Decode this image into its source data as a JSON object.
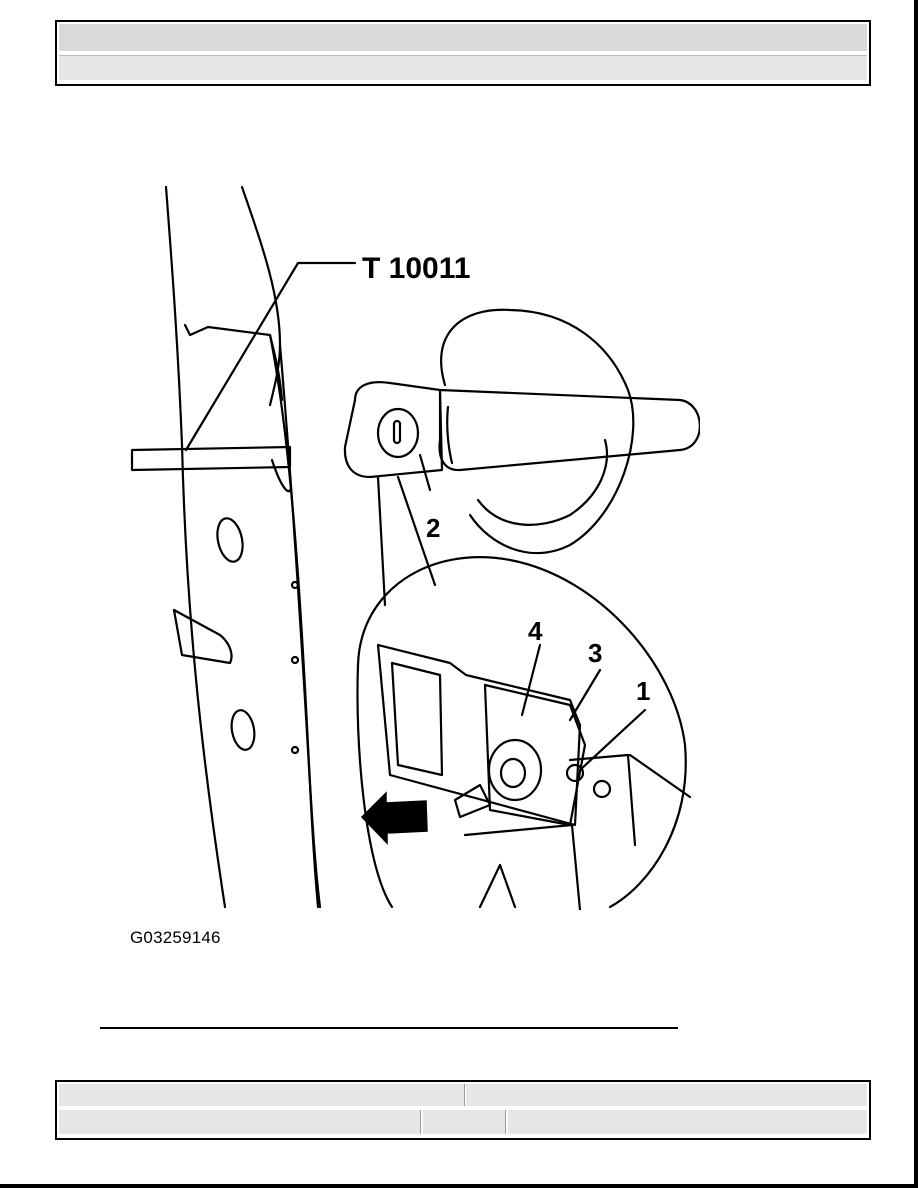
{
  "figure": {
    "tool_label": "T 10011",
    "callouts": [
      "1",
      "2",
      "3",
      "4"
    ],
    "figure_code": "G03259146"
  }
}
